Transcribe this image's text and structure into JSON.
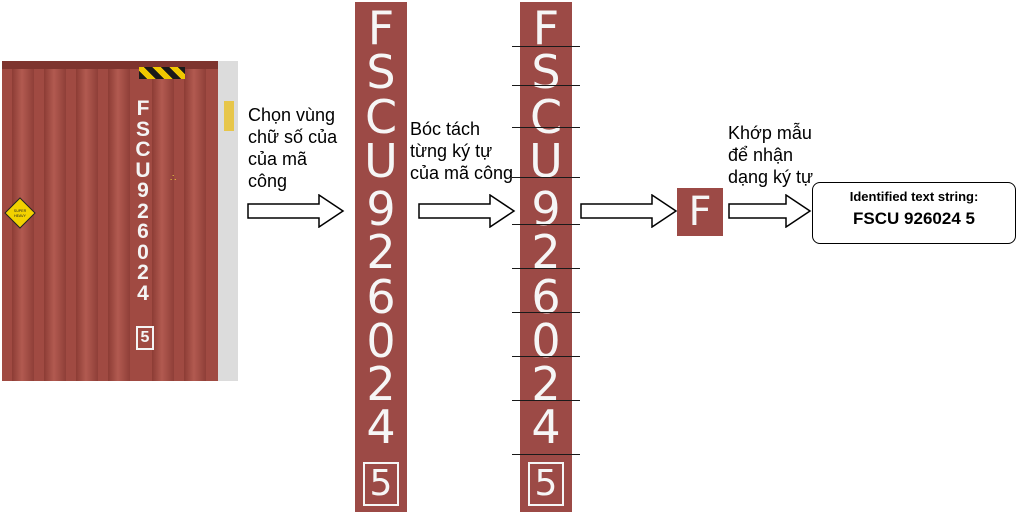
{
  "photo": {
    "code_chars": [
      "F",
      "S",
      "C",
      "U",
      "9",
      "2",
      "6",
      "0",
      "2",
      "4"
    ],
    "check_digit": "5",
    "sticker_text": "SUPER HEAVY"
  },
  "strip1": {
    "chars": [
      "F",
      "S",
      "C",
      "U",
      "9",
      "2",
      "6",
      "0",
      "2",
      "4"
    ],
    "check_digit": "5"
  },
  "strip2": {
    "chars": [
      "F",
      "S",
      "C",
      "U",
      "9",
      "2",
      "6",
      "0",
      "2",
      "4"
    ],
    "check_digit": "5"
  },
  "labels": {
    "step1": [
      "Chọn vùng",
      "chữ số của",
      "của mã",
      "công"
    ],
    "step2": [
      "Bóc tách",
      "từng ký tự",
      "của mã công"
    ],
    "step3": [
      "Khớp mẫu",
      "để nhận",
      "dạng ký tự"
    ]
  },
  "single_char": "F",
  "result": {
    "caption": "Identified text string:",
    "value": "FSCU 926024 5"
  },
  "colors": {
    "container": "#a04a42",
    "strip": "#9c4a46",
    "text_on_container": "#f6f6f6"
  }
}
